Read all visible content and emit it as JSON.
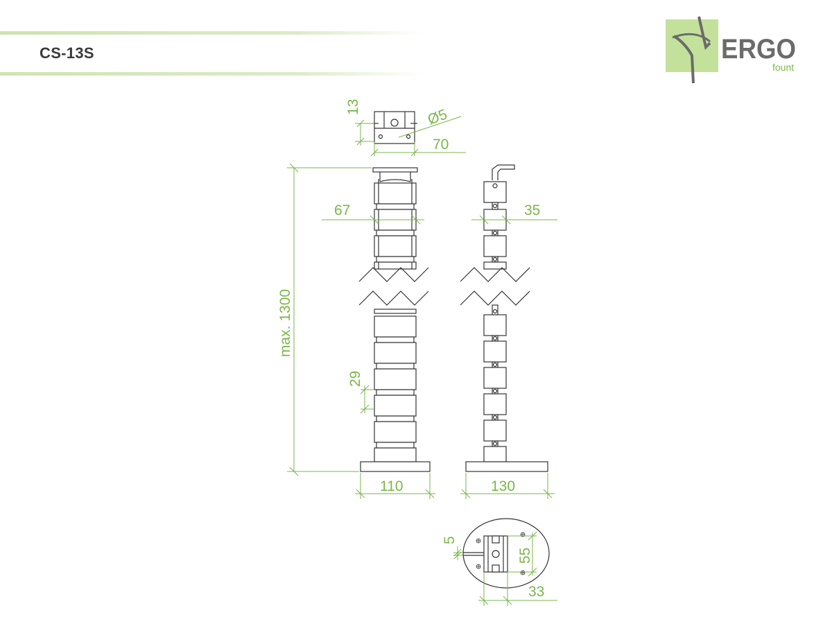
{
  "header": {
    "product_code": "CS-13S"
  },
  "logo": {
    "brand": "ERGO",
    "sub": "fount"
  },
  "dimensions": {
    "top_height": "13",
    "hole_diameter": "Ø5",
    "top_width": "70",
    "segment_width": "67",
    "segment_depth": "35",
    "max_height": "max. 1300",
    "segment_pitch": "29",
    "base_width_front": "110",
    "base_width_side": "130",
    "base_slot": "5",
    "base_plate_height": "55",
    "base_plate_width": "33"
  },
  "colors": {
    "dimension": "#7ab648",
    "outline": "#333333",
    "header_band": "#cfe3b0",
    "logo_box": "#c4e19c",
    "logo_text": "#6b6b6b"
  }
}
